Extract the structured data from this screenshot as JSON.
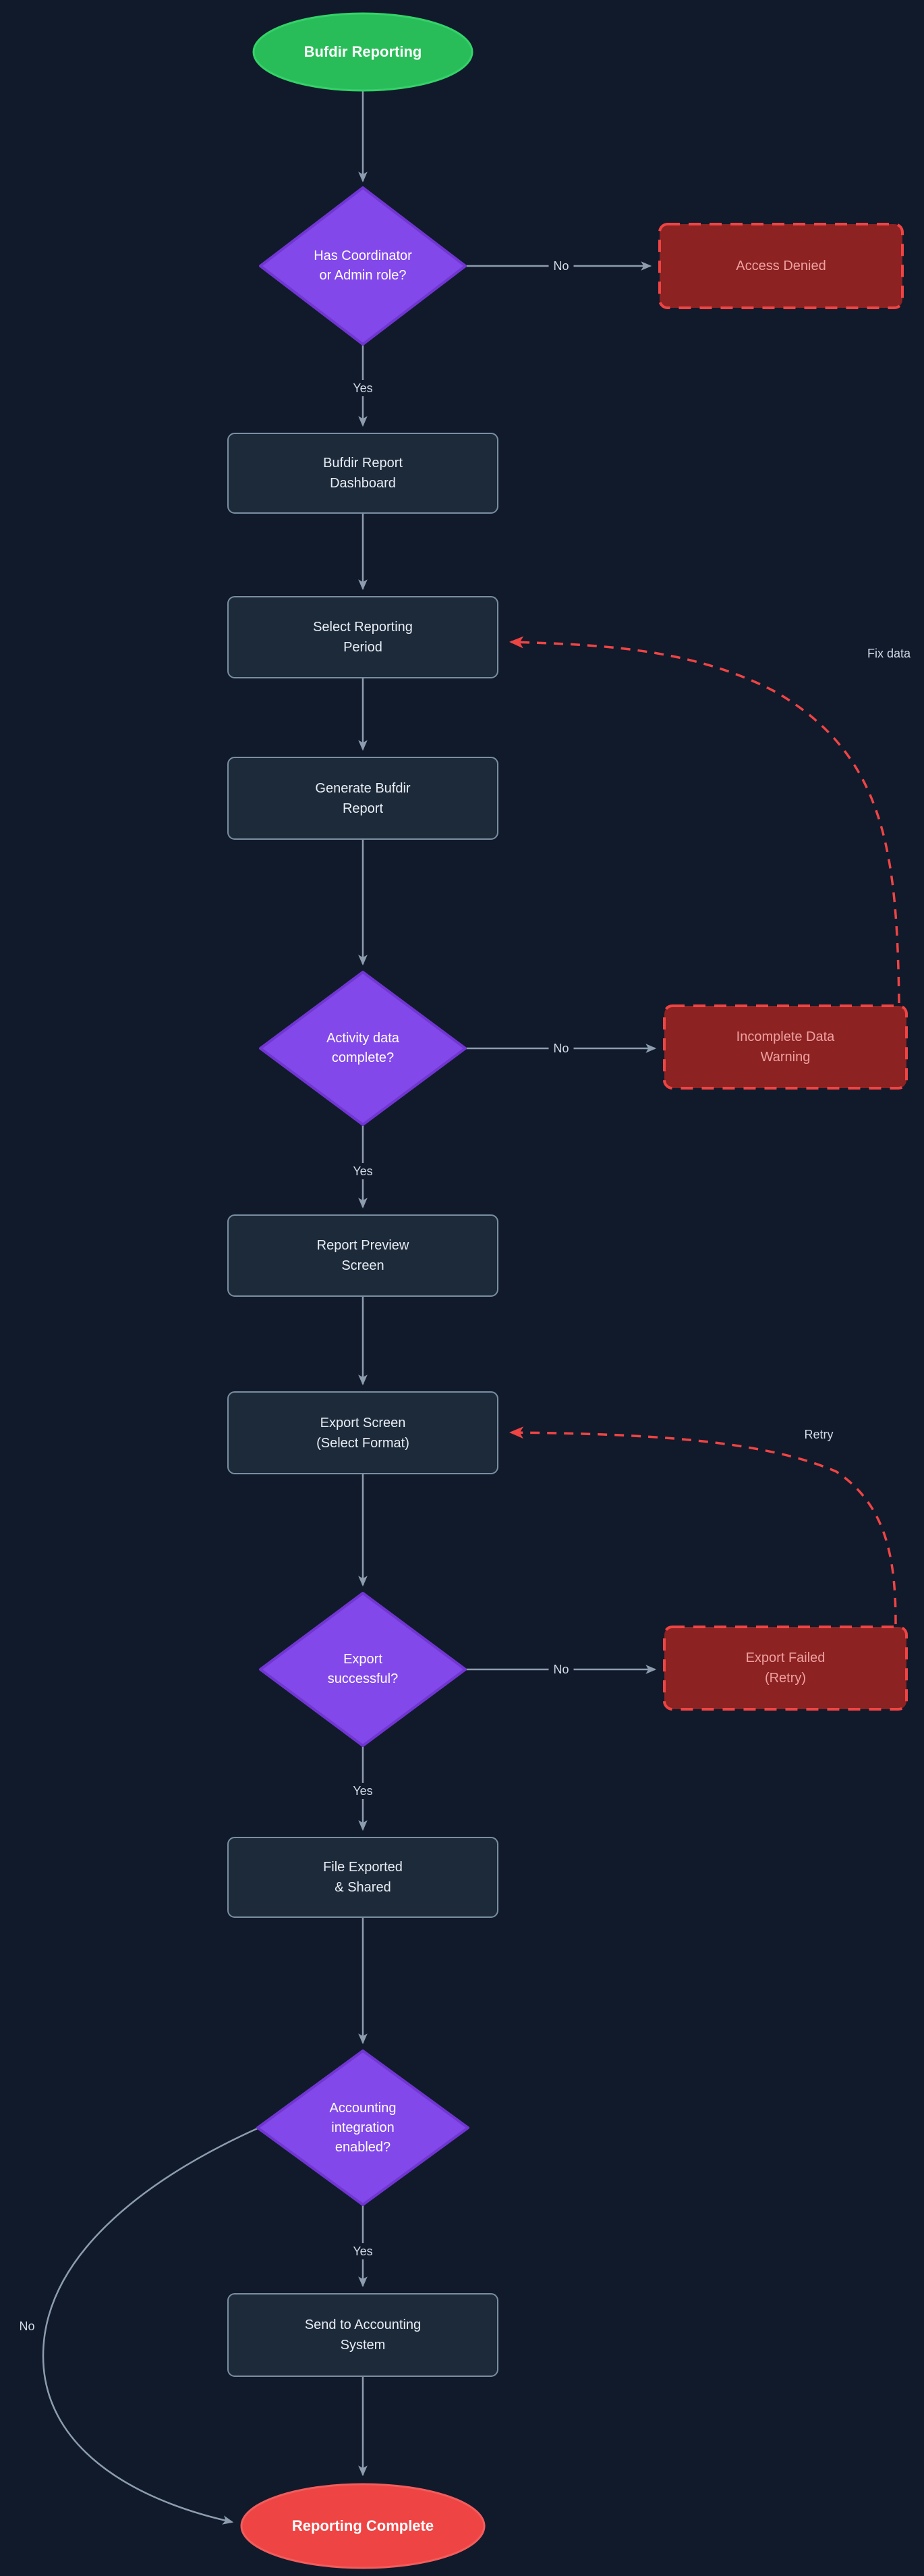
{
  "diagram": {
    "type": "flowchart",
    "title": "Bufdir Reporting"
  },
  "nodes": {
    "start": {
      "label": "Bufdir Reporting",
      "shape": "ellipse"
    },
    "role_decision": {
      "label": "Has Coordinator\nor Admin role?",
      "shape": "diamond"
    },
    "access_denied": {
      "label": "Access Denied",
      "shape": "dashed-rect"
    },
    "dashboard": {
      "label": "Bufdir Report\nDashboard",
      "shape": "rect"
    },
    "select_period": {
      "label": "Select Reporting\nPeriod",
      "shape": "rect"
    },
    "generate_report": {
      "label": "Generate Bufdir\nReport",
      "shape": "rect"
    },
    "data_complete_decision": {
      "label": "Activity data\ncomplete?",
      "shape": "diamond"
    },
    "incomplete_warning": {
      "label": "Incomplete Data\nWarning",
      "shape": "dashed-rect"
    },
    "report_preview": {
      "label": "Report Preview\nScreen",
      "shape": "rect"
    },
    "export_screen": {
      "label": "Export Screen\n(Select Format)",
      "shape": "rect"
    },
    "export_decision": {
      "label": "Export\nsuccessful?",
      "shape": "diamond"
    },
    "export_failed": {
      "label": "Export Failed\n(Retry)",
      "shape": "dashed-rect"
    },
    "file_exported": {
      "label": "File Exported\n& Shared",
      "shape": "rect"
    },
    "accounting_decision": {
      "label": "Accounting\nintegration\nenabled?",
      "shape": "diamond"
    },
    "send_accounting": {
      "label": "Send to Accounting\nSystem",
      "shape": "rect"
    },
    "end": {
      "label": "Reporting Complete",
      "shape": "ellipse"
    }
  },
  "edge_labels": {
    "role_no": "No",
    "role_yes": "Yes",
    "data_no": "No",
    "data_yes": "Yes",
    "fix_data": "Fix data",
    "export_no": "No",
    "export_yes": "Yes",
    "retry": "Retry",
    "accounting_yes": "Yes",
    "accounting_no": "No"
  },
  "theme": {
    "background": "#101a2b",
    "node_fill": "#1d2a3a",
    "node_border": "#7a8ea2",
    "node_text": "#e9eef5",
    "decision_fill": "#8348ea",
    "decision_border": "#7136d2",
    "decision_text": "#ffffff",
    "start_fill": "#28bd58",
    "start_border": "#34d269",
    "end_fill": "#ef4444",
    "end_border": "#f25c5c",
    "error_fill": "#8c2222",
    "error_border": "#ef4444",
    "error_text": "#f0a0a0",
    "edge": "#8d9cae",
    "edge_label": "#d3dde8",
    "loop_edge": "#ef4444"
  }
}
